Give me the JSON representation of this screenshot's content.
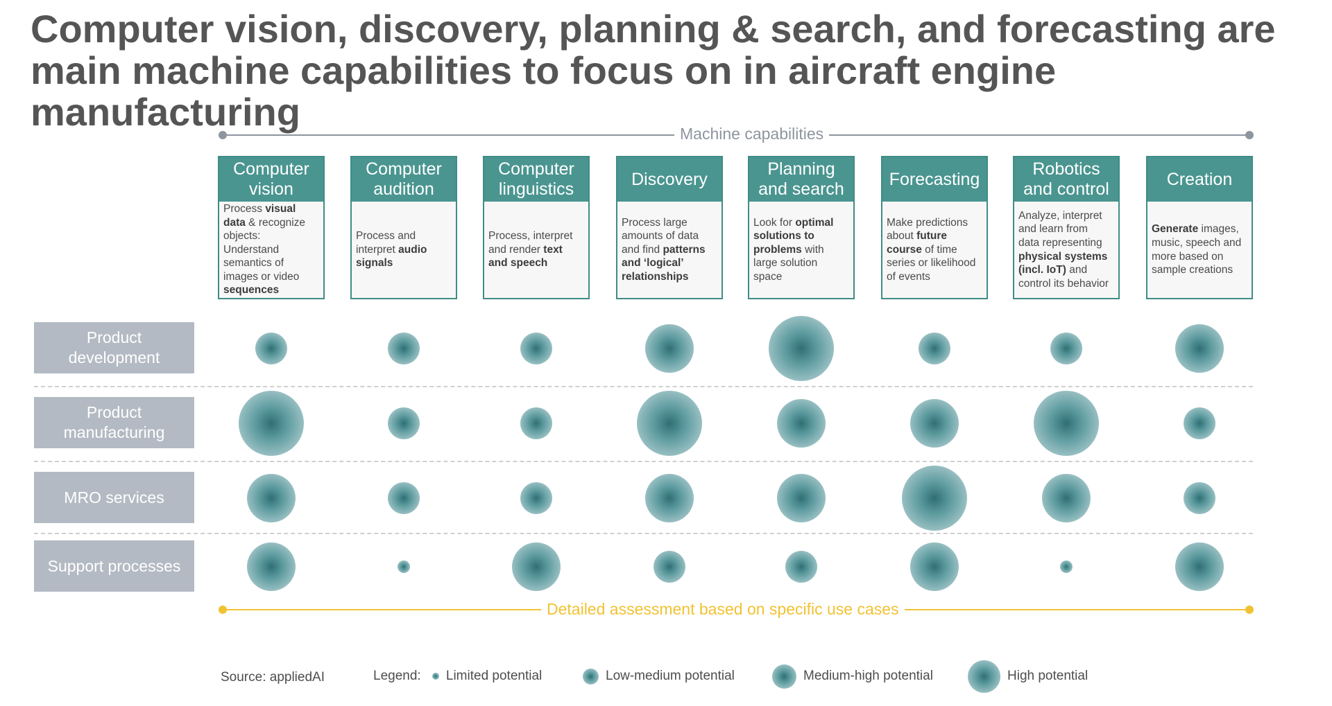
{
  "title": {
    "line1": "Computer vision, discovery, planning & search, and forecasting are",
    "line2": "main machine capabilities to focus on in aircraft engine manufacturing"
  },
  "colors": {
    "teal": "#4a9590",
    "teal_border": "#3f8c86",
    "bubble_center": "#2f6f74",
    "bubble_edge": "#c9dde0",
    "gray_axis": "#8e959e",
    "gold": "#f1c232",
    "row_label_bg": "#b3bac3"
  },
  "capabilities_axis_label": "Machine capabilities",
  "assessment_axis_label": "Detailed assessment based on specific use cases",
  "capabilities": [
    {
      "title": "Computer vision",
      "description": [
        [
          {
            "t": "Process "
          },
          {
            "t": "visual",
            "b": true
          }
        ],
        [
          {
            "t": "data",
            "b": true
          },
          {
            "t": " & recognize"
          }
        ],
        [
          {
            "t": "objects:"
          }
        ],
        [
          {
            "t": "Understand"
          }
        ],
        [
          {
            "t": "semantics of"
          }
        ],
        [
          {
            "t": "images or video"
          }
        ],
        [
          {
            "t": "sequences",
            "b": true
          }
        ]
      ]
    },
    {
      "title": "Computer audition",
      "description": [
        [
          {
            "t": "Process and"
          }
        ],
        [
          {
            "t": "interpret "
          },
          {
            "t": "audio",
            "b": true
          }
        ],
        [
          {
            "t": "signals",
            "b": true
          }
        ]
      ]
    },
    {
      "title": "Computer linguistics",
      "description": [
        [
          {
            "t": "Process, interpret"
          }
        ],
        [
          {
            "t": "and render "
          },
          {
            "t": "text",
            "b": true
          }
        ],
        [
          {
            "t": "and speech",
            "b": true
          }
        ]
      ]
    },
    {
      "title": "Discovery",
      "description": [
        [
          {
            "t": "Process large"
          }
        ],
        [
          {
            "t": "amounts of data"
          }
        ],
        [
          {
            "t": "and find "
          },
          {
            "t": "patterns",
            "b": true
          }
        ],
        [
          {
            "t": "and ‘logical’",
            "b": true
          }
        ],
        [
          {
            "t": "relationships",
            "b": true
          }
        ]
      ]
    },
    {
      "title": "Planning and search",
      "description": [
        [
          {
            "t": "Look for "
          },
          {
            "t": "optimal",
            "b": true
          }
        ],
        [
          {
            "t": "solutions to",
            "b": true
          }
        ],
        [
          {
            "t": "problems",
            "b": true
          },
          {
            "t": " with"
          }
        ],
        [
          {
            "t": "large solution"
          }
        ],
        [
          {
            "t": "space"
          }
        ]
      ]
    },
    {
      "title": "Forecasting",
      "description": [
        [
          {
            "t": "Make predictions"
          }
        ],
        [
          {
            "t": "about "
          },
          {
            "t": "future",
            "b": true
          }
        ],
        [
          {
            "t": "course",
            "b": true
          },
          {
            "t": " of time"
          }
        ],
        [
          {
            "t": "series or likelihood"
          }
        ],
        [
          {
            "t": "of events"
          }
        ]
      ]
    },
    {
      "title": "Robotics and control",
      "description": [
        [
          {
            "t": "Analyze, interpret"
          }
        ],
        [
          {
            "t": "and learn from"
          }
        ],
        [
          {
            "t": "data representing"
          }
        ],
        [
          {
            "t": "physical systems",
            "b": true
          }
        ],
        [
          {
            "t": "(incl. IoT)",
            "b": true
          },
          {
            "t": " and"
          }
        ],
        [
          {
            "t": "control its behavior"
          }
        ]
      ]
    },
    {
      "title": "Creation",
      "description": [
        [
          {
            "t": "Generate",
            "b": true
          },
          {
            "t": " images,"
          }
        ],
        [
          {
            "t": "music, speech and"
          }
        ],
        [
          {
            "t": "more based on"
          }
        ],
        [
          {
            "t": "sample creations"
          }
        ]
      ]
    }
  ],
  "rows": [
    {
      "label": "Product development",
      "potential": [
        2,
        2,
        2,
        3,
        4,
        2,
        2,
        3
      ]
    },
    {
      "label": "Product manufacturing",
      "potential": [
        4,
        2,
        2,
        4,
        3,
        3,
        4,
        2
      ]
    },
    {
      "label": "MRO services",
      "potential": [
        3,
        2,
        2,
        3,
        3,
        4,
        3,
        2
      ]
    },
    {
      "label": "Support processes",
      "potential": [
        3,
        1,
        3,
        2,
        2,
        3,
        1,
        3
      ]
    }
  ],
  "source": "Source: appliedAI",
  "legend": {
    "label": "Legend:",
    "items": [
      {
        "level": 1,
        "text": "Limited potential"
      },
      {
        "level": 2,
        "text": "Low-medium potential"
      },
      {
        "level": 3,
        "text": "Medium-high potential"
      },
      {
        "level": 4,
        "text": "High potential"
      }
    ]
  }
}
